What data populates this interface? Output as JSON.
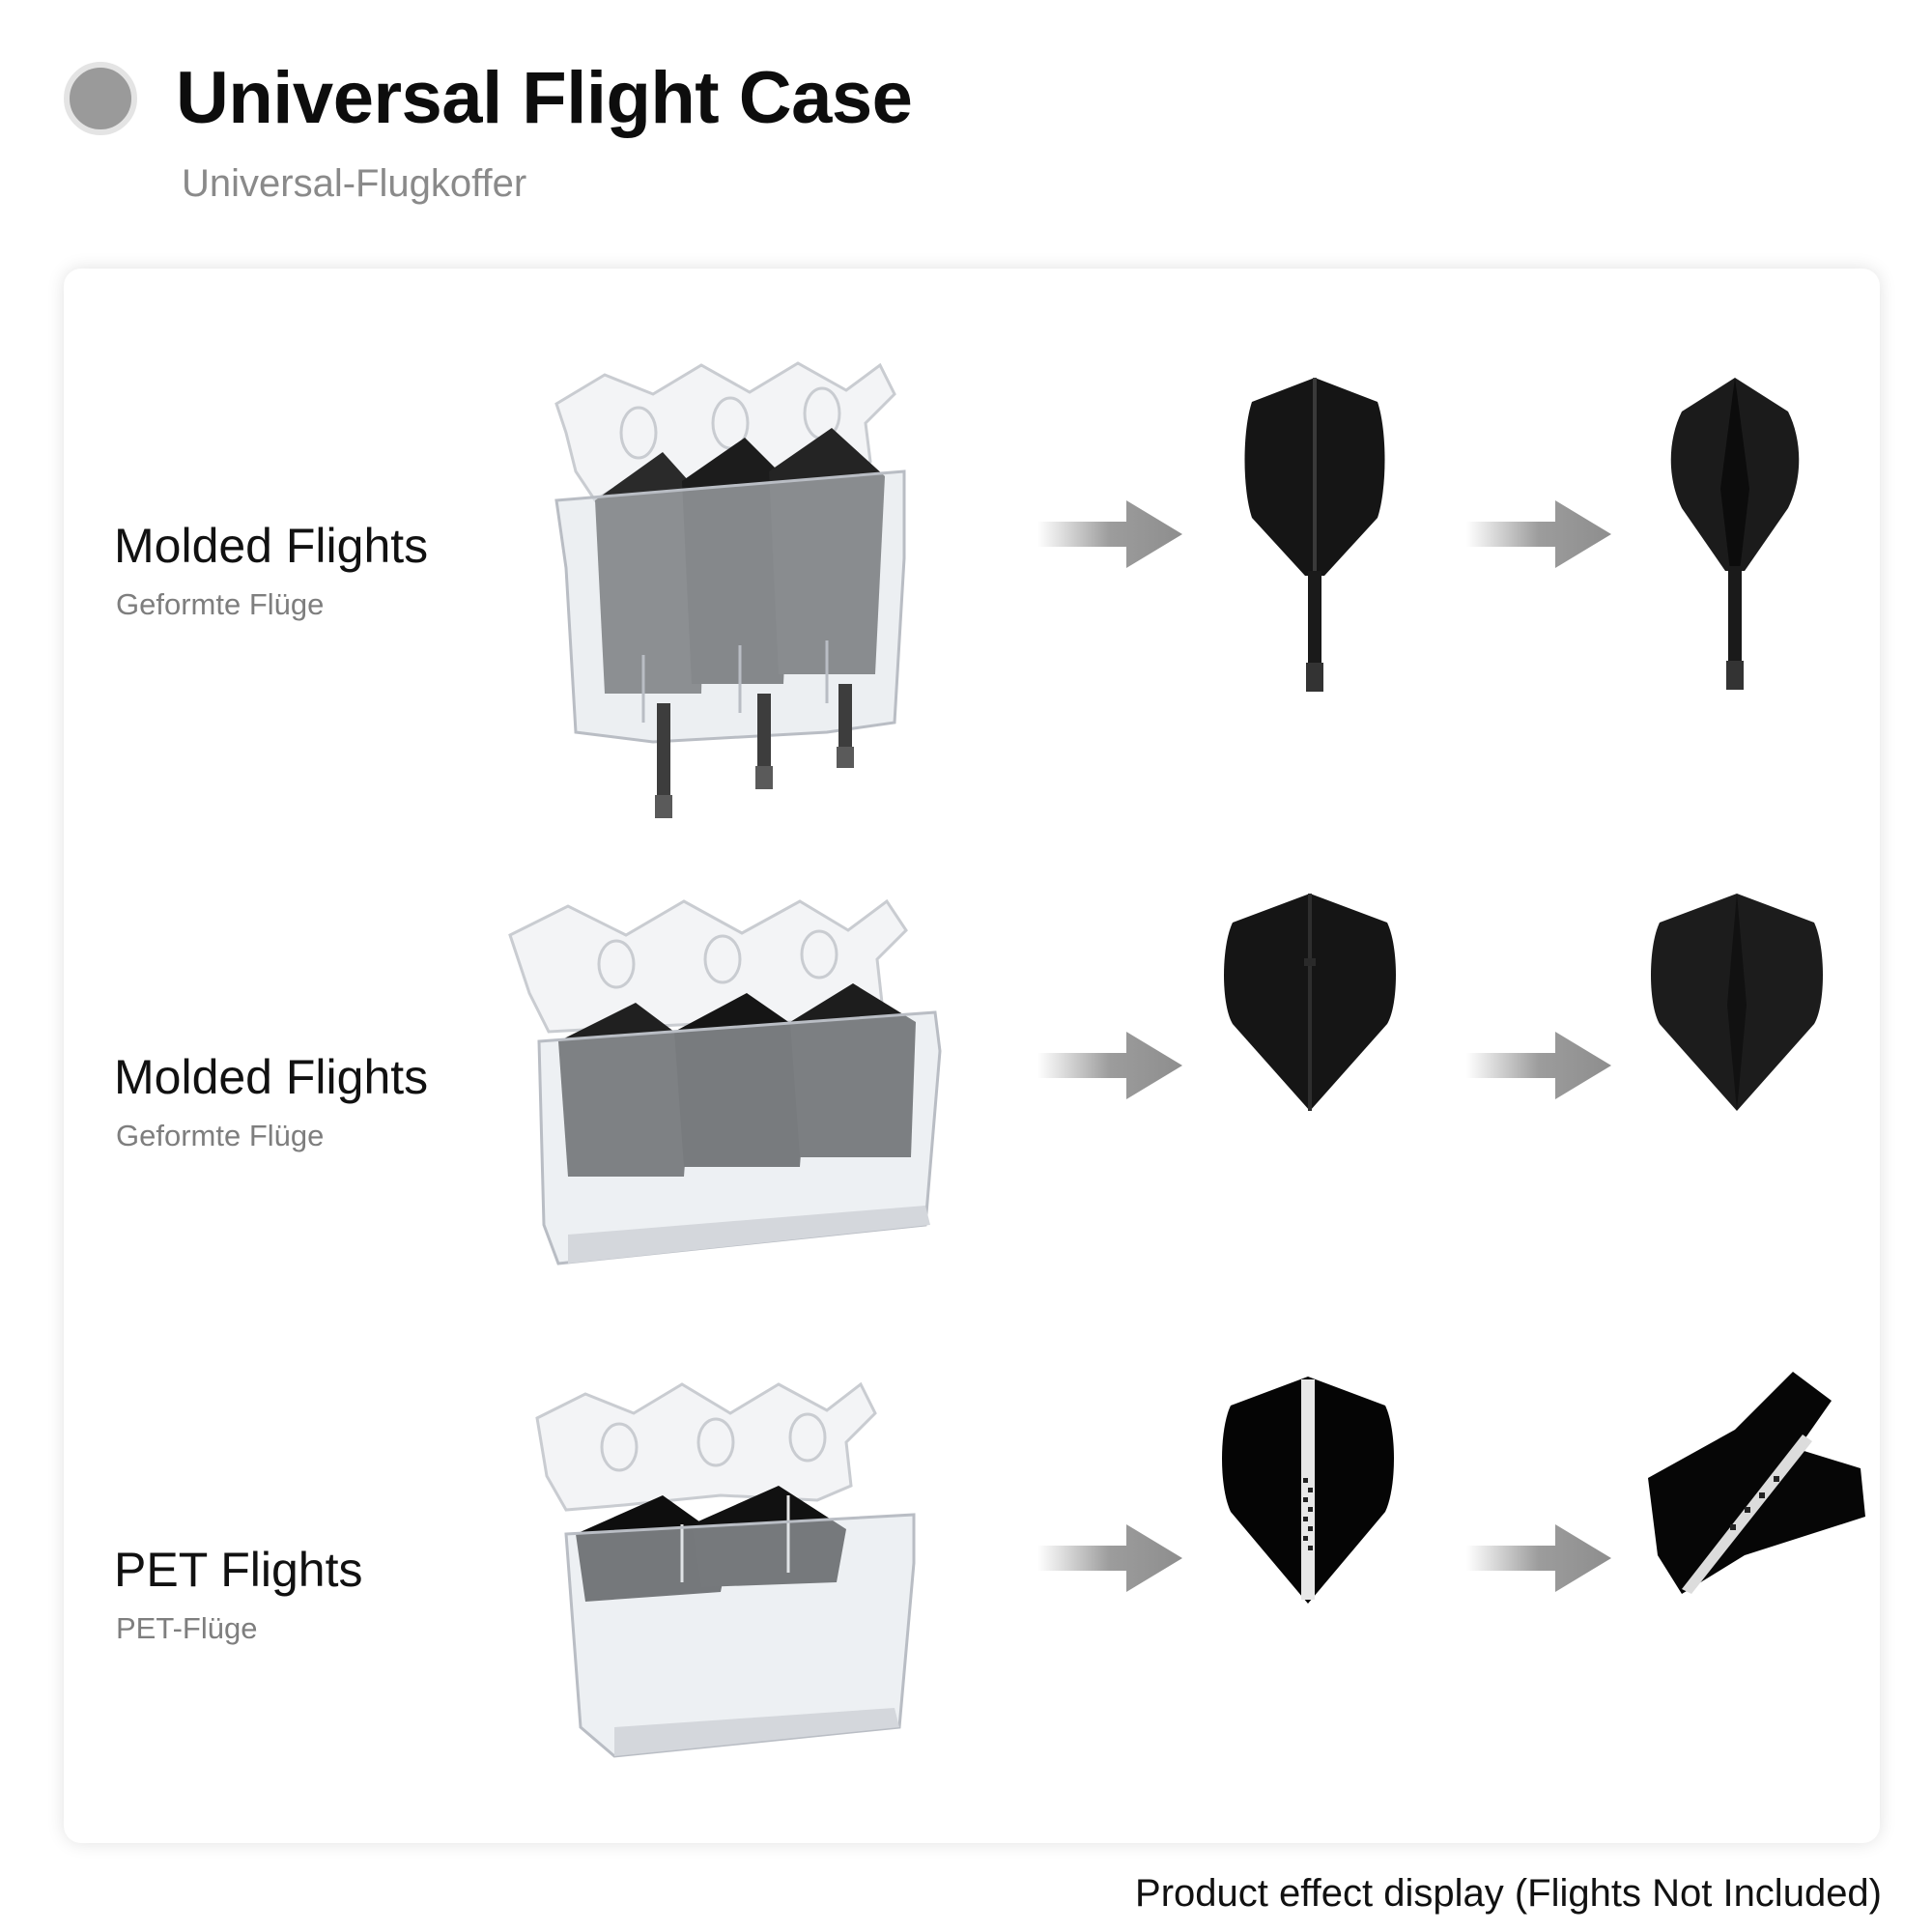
{
  "header": {
    "title": "Universal Flight Case",
    "subtitle": "Universal-Flugkoffer"
  },
  "rows": [
    {
      "label": "Molded Flights",
      "sublabel": "Geformte Flüge"
    },
    {
      "label": "Molded Flights",
      "sublabel": "Geformte Flüge"
    },
    {
      "label": "PET Flights",
      "sublabel": "PET-Flüge"
    }
  ],
  "footer": {
    "note": "Product effect display (Flights Not Included)"
  },
  "icons": {
    "header": "circle-bullet-icon",
    "arrow": "arrow-right-icon"
  },
  "colors": {
    "accent_gray": "#9a9a9a",
    "flight_black": "#111111",
    "case_clear": "#e9ecef"
  }
}
